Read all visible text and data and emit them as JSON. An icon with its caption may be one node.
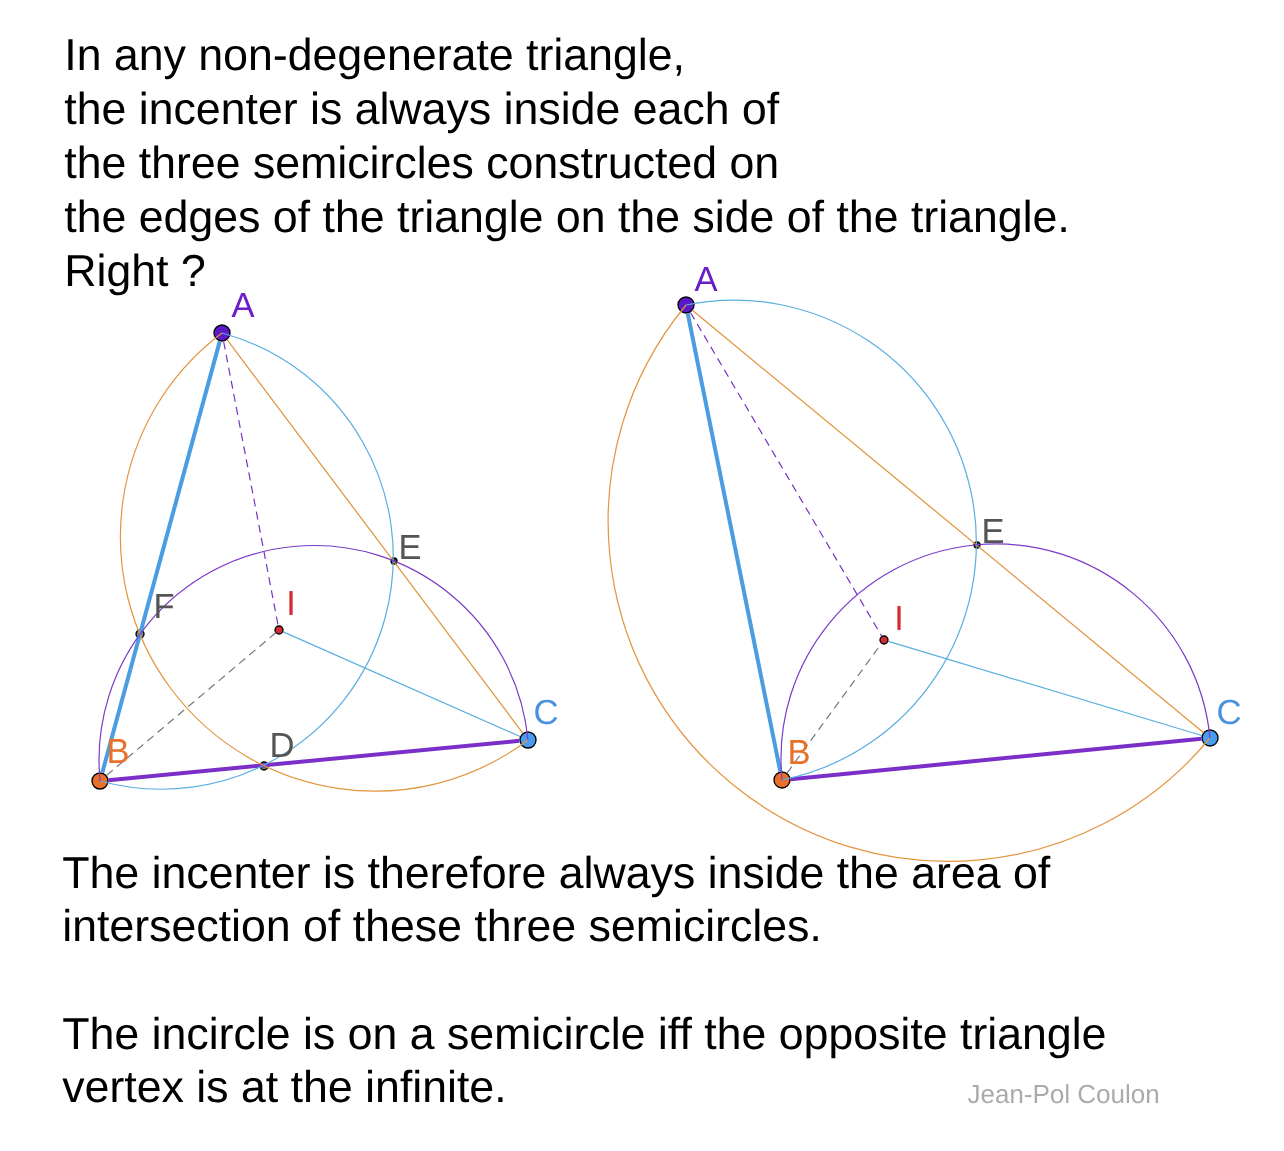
{
  "diagram": {
    "nodes": [
      {
        "text": [],
        "shape": "circle",
        "beside": [
          "A"
        ]
      },
      {
        "text": [],
        "shape": "circle",
        "beside": [
          "B"
        ]
      },
      {
        "text": [],
        "shape": "circle",
        "beside": [
          "C"
        ]
      },
      {
        "text": [],
        "shape": "circle",
        "beside": [
          "I"
        ]
      },
      {
        "text": [],
        "shape": "circle",
        "beside": [
          "D"
        ]
      },
      {
        "text": [],
        "shape": "circle",
        "beside": [
          "E"
        ]
      },
      {
        "text": [],
        "shape": "circle",
        "beside": [
          "F"
        ]
      },
      {
        "text": [],
        "shape": "circle",
        "beside": [
          "A"
        ]
      },
      {
        "text": [],
        "shape": "circle",
        "beside": [
          "B"
        ]
      },
      {
        "text": [],
        "shape": "circle",
        "beside": [
          "C"
        ]
      },
      {
        "text": [],
        "shape": "circle",
        "beside": [
          "I"
        ]
      },
      {
        "text": [],
        "shape": "circle",
        "beside": [
          "E"
        ]
      }
    ],
    "edges": [
      {
        "from": 0,
        "to": 1,
        "arrow": "none",
        "style": "thick",
        "color": "#4a9de0"
      },
      {
        "from": 1,
        "to": 2,
        "arrow": "none",
        "style": "thick",
        "color": "#7a30c8"
      },
      {
        "from": 0,
        "to": 2,
        "arrow": "none",
        "color": "#e0913a"
      },
      {
        "from": 0,
        "to": 3,
        "arrow": "none",
        "style": "dashed",
        "color": "#7a30c8"
      },
      {
        "from": 1,
        "to": 3,
        "arrow": "none",
        "style": "dashed",
        "color": "#777777"
      },
      {
        "from": 3,
        "to": 2,
        "arrow": "none",
        "color": "#5aaee0"
      },
      {
        "from": 7,
        "to": 8,
        "arrow": "none",
        "style": "thick",
        "color": "#4a9de0"
      },
      {
        "from": 8,
        "to": 9,
        "arrow": "none",
        "style": "thick",
        "color": "#7a30c8"
      },
      {
        "from": 7,
        "to": 9,
        "arrow": "none",
        "color": "#e0913a"
      },
      {
        "from": 7,
        "to": 10,
        "arrow": "none",
        "style": "dashed",
        "color": "#7a30c8"
      },
      {
        "from": 8,
        "to": 10,
        "arrow": "none",
        "style": "dashed",
        "color": "#777777"
      },
      {
        "from": 10,
        "to": 9,
        "arrow": "none",
        "color": "#5aaee0"
      },
      {
        "from": 0,
        "to": 2,
        "arrow": "none",
        "color": "#e3953f"
      },
      {
        "from": 0,
        "to": 1,
        "arrow": "none",
        "color": "#5aaee0"
      },
      {
        "from": 1,
        "to": 2,
        "arrow": "none",
        "color": "#7a3ac8"
      },
      {
        "from": 7,
        "to": 9,
        "arrow": "none",
        "color": "#e3953f"
      },
      {
        "from": 7,
        "to": 8,
        "arrow": "none",
        "color": "#5aaee0"
      },
      {
        "from": 8,
        "to": 9,
        "arrow": "none",
        "color": "#7a3ac8"
      }
    ],
    "labels": [
      "In any non-degenerate triangle,",
      "the incenter is always inside each of",
      "the three semicircles constructed on",
      "the edges of the triangle on the side of the triangle.",
      "Right ?",
      "The incenter is therefore always inside the area of",
      "intersection of these three semicircles.",
      "The incircle is on a semicircle iff the opposite triangle",
      "vertex is at the infinite.",
      "Jean-Pol Coulon"
    ]
  }
}
